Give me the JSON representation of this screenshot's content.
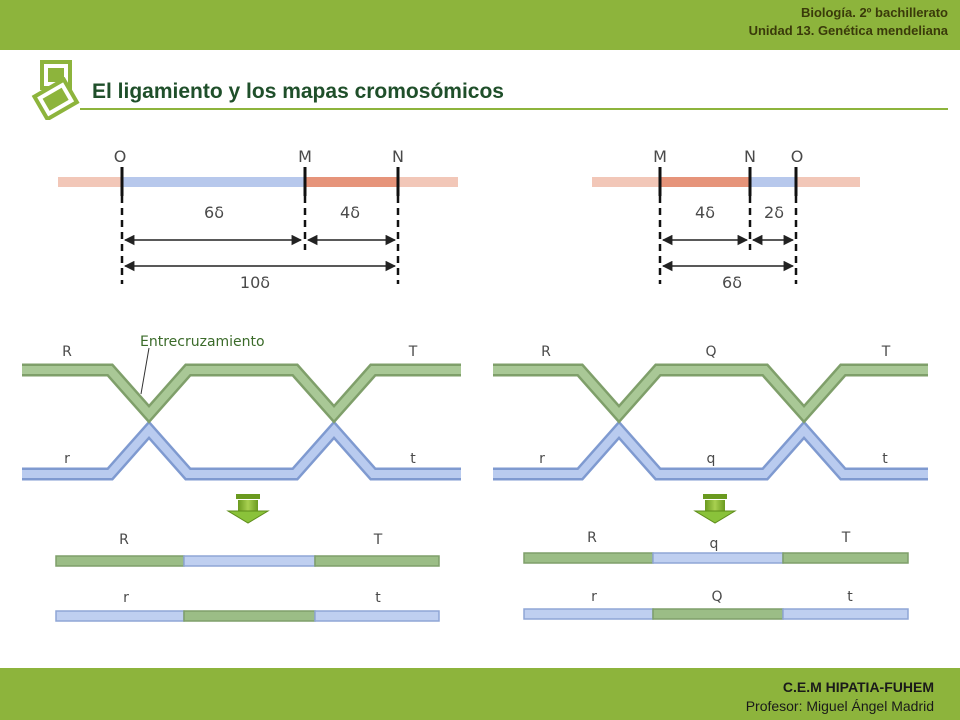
{
  "header": {
    "course_line1": "Biología. 2º bachillerato",
    "course_line2": "Unidad 13. Genética mendeliana"
  },
  "title": "El ligamiento y los mapas cromosómicos",
  "colors": {
    "accent_green": "#8db43c",
    "title_color": "#1f4f2a",
    "pink_segment": "#f2bfae",
    "blue_segment": "#b7c8ec",
    "green_chromatid": "#93b77f",
    "blue_chromatid": "#a9bde6"
  },
  "map_left": {
    "genes": [
      "O",
      "M",
      "N"
    ],
    "distances": [
      "6δ",
      "4δ",
      "10δ"
    ]
  },
  "map_right": {
    "genes": [
      "M",
      "N",
      "O"
    ],
    "distances": [
      "4δ",
      "2δ",
      "6δ"
    ]
  },
  "crossover_left": {
    "callout": "Entrecruzamiento",
    "top_labels": [
      "R",
      "T"
    ],
    "bottom_labels": [
      "r",
      "t"
    ],
    "result_top": [
      "R",
      "T"
    ],
    "result_bottom": [
      "r",
      "t"
    ]
  },
  "crossover_right": {
    "top_labels": [
      "R",
      "Q",
      "T"
    ],
    "bottom_labels": [
      "r",
      "q",
      "t"
    ],
    "result_top": [
      "R",
      "q",
      "T"
    ],
    "result_bottom": [
      "r",
      "Q",
      "t"
    ]
  },
  "footer": {
    "school": "C.E.M HIPATIA-FUHEM",
    "teacher": "Profesor: Miguel Ángel Madrid"
  }
}
